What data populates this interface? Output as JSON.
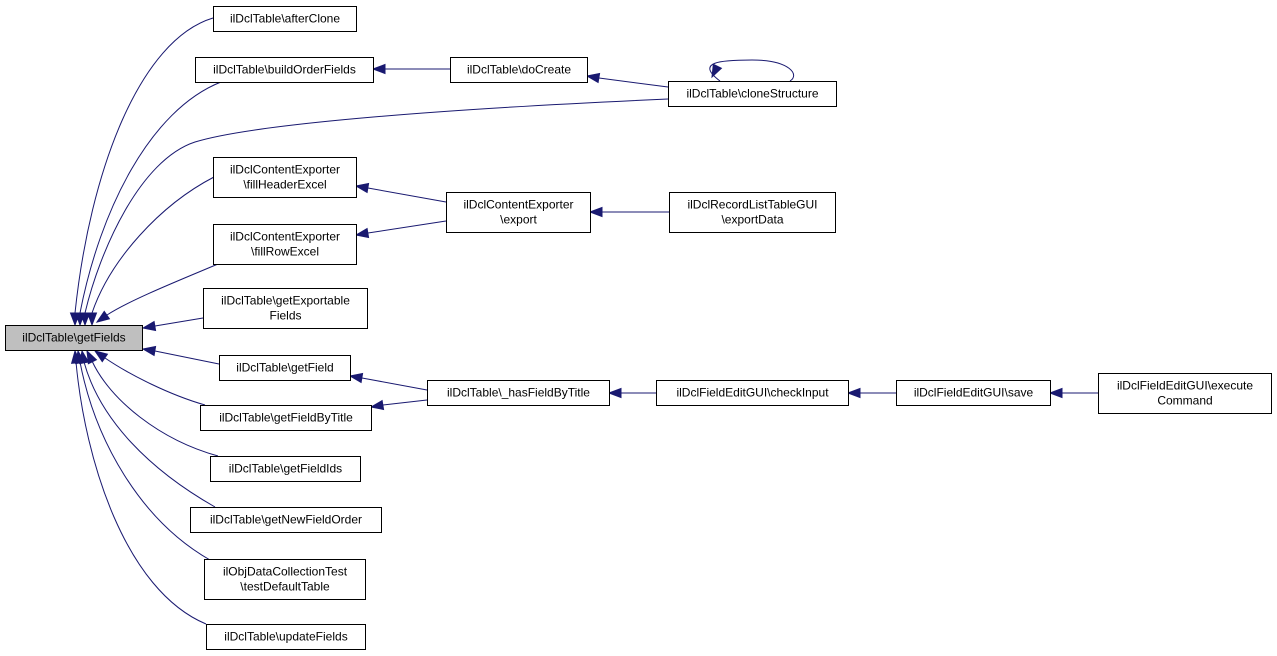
{
  "diagram": {
    "colors": {
      "edge": "#191970",
      "node_border": "#000000",
      "node_fill": "#ffffff",
      "root_fill": "#bfbfbf",
      "text": "#000000"
    },
    "nodes": [
      {
        "id": "getFields",
        "lines": [
          "ilDclTable\\getFields"
        ],
        "root": true
      },
      {
        "id": "afterClone",
        "lines": [
          "ilDclTable\\afterClone"
        ]
      },
      {
        "id": "buildOrderFields",
        "lines": [
          "ilDclTable\\buildOrderFields"
        ]
      },
      {
        "id": "fillHeaderExcel",
        "lines": [
          "ilDclContentExporter",
          "\\fillHeaderExcel"
        ]
      },
      {
        "id": "fillRowExcel",
        "lines": [
          "ilDclContentExporter",
          "\\fillRowExcel"
        ]
      },
      {
        "id": "getExportableFields",
        "lines": [
          "ilDclTable\\getExportable",
          "Fields"
        ]
      },
      {
        "id": "getField",
        "lines": [
          "ilDclTable\\getField"
        ]
      },
      {
        "id": "getFieldByTitle",
        "lines": [
          "ilDclTable\\getFieldByTitle"
        ]
      },
      {
        "id": "getFieldIds",
        "lines": [
          "ilDclTable\\getFieldIds"
        ]
      },
      {
        "id": "getNewFieldOrder",
        "lines": [
          "ilDclTable\\getNewFieldOrder"
        ]
      },
      {
        "id": "testDefaultTable",
        "lines": [
          "ilObjDataCollectionTest",
          "\\testDefaultTable"
        ]
      },
      {
        "id": "updateFields",
        "lines": [
          "ilDclTable\\updateFields"
        ]
      },
      {
        "id": "doCreate",
        "lines": [
          "ilDclTable\\doCreate"
        ]
      },
      {
        "id": "cloneStructure",
        "lines": [
          "ilDclTable\\cloneStructure"
        ]
      },
      {
        "id": "export",
        "lines": [
          "ilDclContentExporter",
          "\\export"
        ]
      },
      {
        "id": "exportData",
        "lines": [
          "ilDclRecordListTableGUI",
          "\\exportData"
        ]
      },
      {
        "id": "hasFieldByTitle",
        "lines": [
          "ilDclTable\\_hasFieldByTitle"
        ]
      },
      {
        "id": "checkInput",
        "lines": [
          "ilDclFieldEditGUI\\checkInput"
        ]
      },
      {
        "id": "save",
        "lines": [
          "ilDclFieldEditGUI\\save"
        ]
      },
      {
        "id": "executeCommand",
        "lines": [
          "ilDclFieldEditGUI\\execute",
          "Command"
        ]
      }
    ],
    "edges": [
      {
        "from": "afterClone",
        "to": "getFields"
      },
      {
        "from": "buildOrderFields",
        "to": "getFields"
      },
      {
        "from": "cloneStructure",
        "to": "getFields"
      },
      {
        "from": "fillHeaderExcel",
        "to": "getFields"
      },
      {
        "from": "fillRowExcel",
        "to": "getFields"
      },
      {
        "from": "getExportableFields",
        "to": "getFields"
      },
      {
        "from": "getField",
        "to": "getFields"
      },
      {
        "from": "getFieldByTitle",
        "to": "getFields"
      },
      {
        "from": "getFieldIds",
        "to": "getFields"
      },
      {
        "from": "getNewFieldOrder",
        "to": "getFields"
      },
      {
        "from": "testDefaultTable",
        "to": "getFields"
      },
      {
        "from": "updateFields",
        "to": "getFields"
      },
      {
        "from": "doCreate",
        "to": "buildOrderFields"
      },
      {
        "from": "cloneStructure",
        "to": "doCreate"
      },
      {
        "from": "cloneStructure",
        "to": "cloneStructure"
      },
      {
        "from": "export",
        "to": "fillHeaderExcel"
      },
      {
        "from": "export",
        "to": "fillRowExcel"
      },
      {
        "from": "exportData",
        "to": "export"
      },
      {
        "from": "hasFieldByTitle",
        "to": "getField"
      },
      {
        "from": "hasFieldByTitle",
        "to": "getFieldByTitle"
      },
      {
        "from": "checkInput",
        "to": "hasFieldByTitle"
      },
      {
        "from": "save",
        "to": "checkInput"
      },
      {
        "from": "executeCommand",
        "to": "save"
      }
    ]
  }
}
